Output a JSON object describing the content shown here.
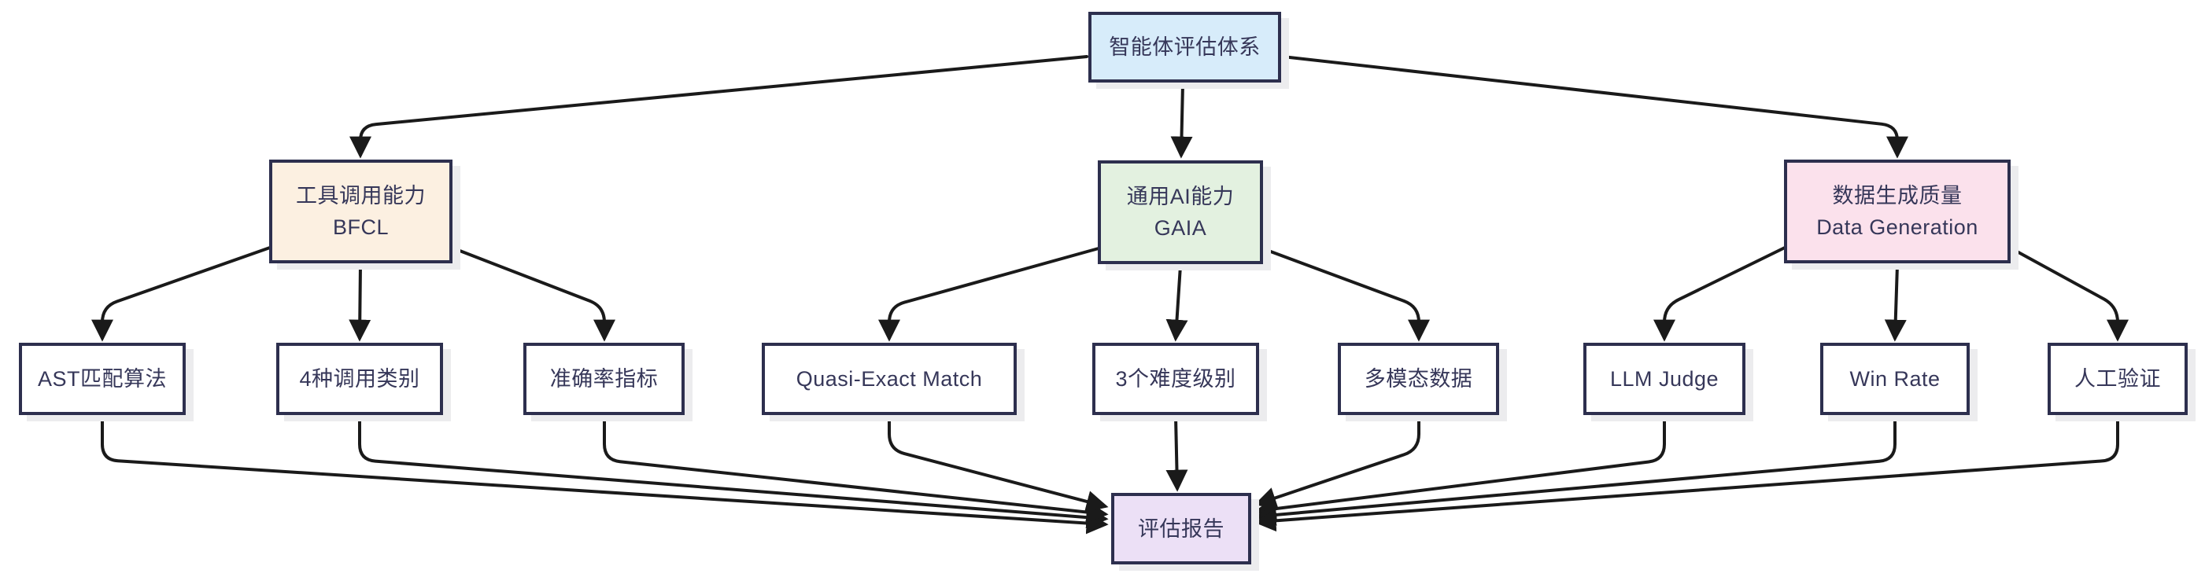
{
  "diagram": {
    "title": "智能体评估体系",
    "colors": {
      "border": "#2d2f4e",
      "text": "#363759",
      "edge_line": "#1a1a1a",
      "shadow": "#ececee",
      "root_fill": "#d7ecfa",
      "tool_fill": "#fcf0e1",
      "general_fill": "#e3f1e0",
      "data_fill": "#fbe1ec",
      "leaf_fill": "#ffffff",
      "report_fill": "#ece0f6"
    },
    "nodes": [
      {
        "id": "root",
        "label": "智能体评估体系",
        "sublabel": "",
        "fill": "#d7ecfa"
      },
      {
        "id": "bfcl",
        "label": "工具调用能力",
        "sublabel": "BFCL",
        "fill": "#fcf0e1"
      },
      {
        "id": "gaia",
        "label": "通用AI能力",
        "sublabel": "GAIA",
        "fill": "#e3f1e0"
      },
      {
        "id": "datagen",
        "label": "数据生成质量",
        "sublabel": "Data Generation",
        "fill": "#fbe1ec"
      },
      {
        "id": "ast",
        "label": "AST匹配算法",
        "sublabel": "",
        "fill": "#ffffff"
      },
      {
        "id": "types4",
        "label": "4种调用类别",
        "sublabel": "",
        "fill": "#ffffff"
      },
      {
        "id": "acc",
        "label": "准确率指标",
        "sublabel": "",
        "fill": "#ffffff"
      },
      {
        "id": "quasi",
        "label": "Quasi-Exact Match",
        "sublabel": "",
        "fill": "#ffffff"
      },
      {
        "id": "levels3",
        "label": "3个难度级别",
        "sublabel": "",
        "fill": "#ffffff"
      },
      {
        "id": "multimodal",
        "label": "多模态数据",
        "sublabel": "",
        "fill": "#ffffff"
      },
      {
        "id": "llm",
        "label": "LLM Judge",
        "sublabel": "",
        "fill": "#ffffff"
      },
      {
        "id": "win",
        "label": "Win Rate",
        "sublabel": "",
        "fill": "#ffffff"
      },
      {
        "id": "human",
        "label": "人工验证",
        "sublabel": "",
        "fill": "#ffffff"
      },
      {
        "id": "report",
        "label": "评估报告",
        "sublabel": "",
        "fill": "#ece0f6"
      }
    ],
    "edges": [
      {
        "from": "root",
        "to": "bfcl"
      },
      {
        "from": "root",
        "to": "gaia"
      },
      {
        "from": "root",
        "to": "datagen"
      },
      {
        "from": "bfcl",
        "to": "ast"
      },
      {
        "from": "bfcl",
        "to": "types4"
      },
      {
        "from": "bfcl",
        "to": "acc"
      },
      {
        "from": "gaia",
        "to": "quasi"
      },
      {
        "from": "gaia",
        "to": "levels3"
      },
      {
        "from": "gaia",
        "to": "multimodal"
      },
      {
        "from": "datagen",
        "to": "llm"
      },
      {
        "from": "datagen",
        "to": "win"
      },
      {
        "from": "datagen",
        "to": "human"
      },
      {
        "from": "ast",
        "to": "report"
      },
      {
        "from": "types4",
        "to": "report"
      },
      {
        "from": "acc",
        "to": "report"
      },
      {
        "from": "quasi",
        "to": "report"
      },
      {
        "from": "levels3",
        "to": "report"
      },
      {
        "from": "multimodal",
        "to": "report"
      },
      {
        "from": "llm",
        "to": "report"
      },
      {
        "from": "win",
        "to": "report"
      },
      {
        "from": "human",
        "to": "report"
      }
    ]
  }
}
